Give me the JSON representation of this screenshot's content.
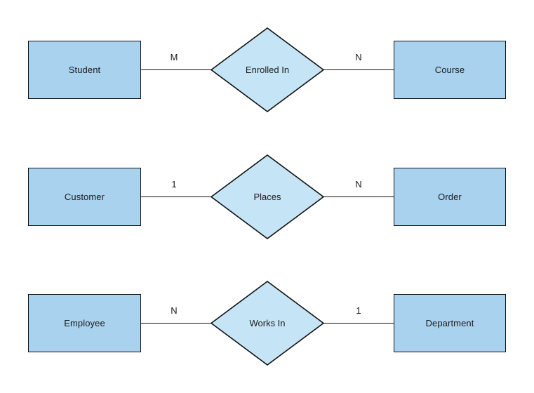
{
  "diagram": {
    "type": "entity-relationship-diagram",
    "background_color": "#ffffff",
    "entity_fill_color": "#a9d2ef",
    "relationship_fill_color": "#c5e5f7",
    "stroke_color": "#111111",
    "rows": [
      {
        "left_entity": "Student",
        "left_cardinality": "M",
        "relationship": "Enrolled In",
        "right_cardinality": "N",
        "right_entity": "Course"
      },
      {
        "left_entity": "Customer",
        "left_cardinality": "1",
        "relationship": "Places",
        "right_cardinality": "N",
        "right_entity": "Order"
      },
      {
        "left_entity": "Employee",
        "left_cardinality": "N",
        "relationship": "Works In",
        "right_cardinality": "1",
        "right_entity": "Department"
      }
    ]
  }
}
